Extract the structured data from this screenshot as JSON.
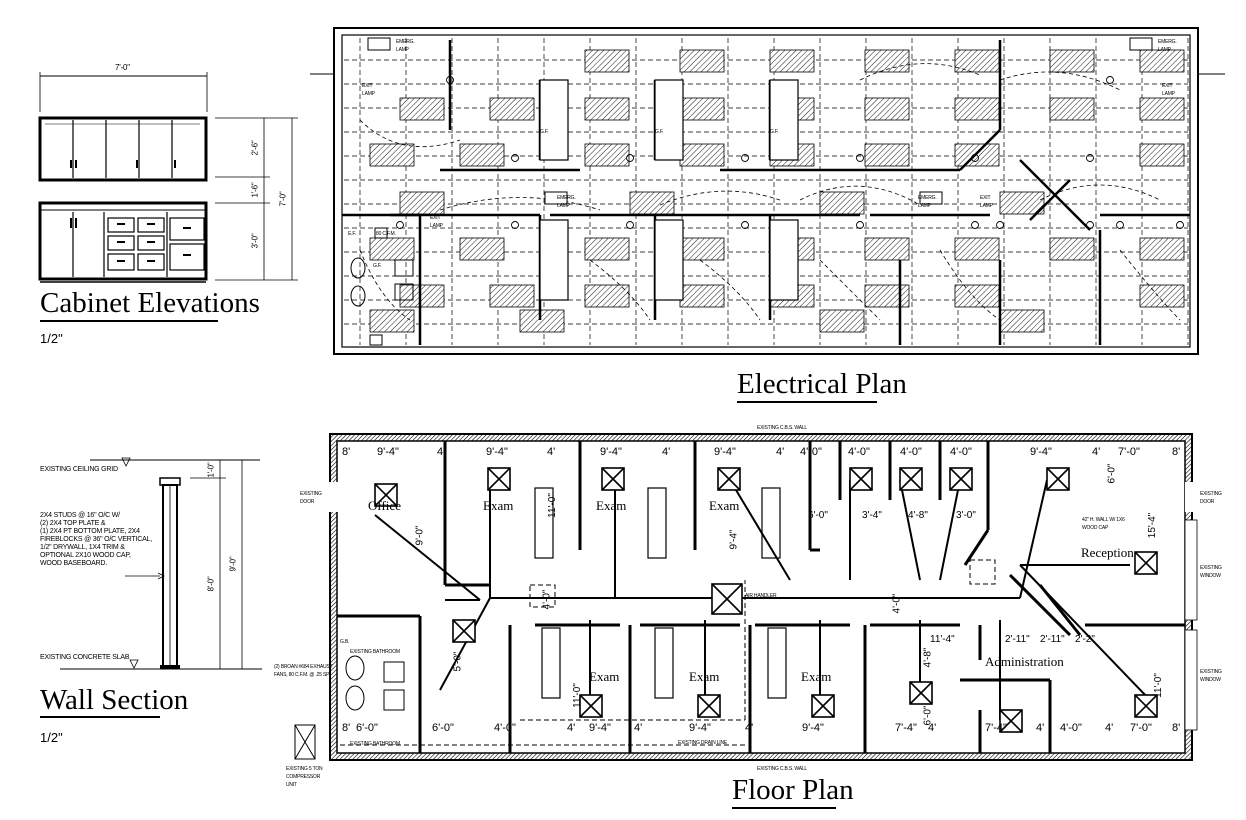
{
  "titles": {
    "cabinet": "Cabinet Elevations",
    "cabinet_scale": "1/2\"",
    "electrical": "Electrical Plan",
    "wall": "Wall Section",
    "wall_scale": "1/2\"",
    "floor": "Floor Plan"
  },
  "cabinet": {
    "width_dim": "7'-0\"",
    "dims_right": [
      "2'-6\"",
      "1'-6\"",
      "3'-0\""
    ],
    "total_dim": "7'-0\""
  },
  "wall_section": {
    "ceiling": "EXISTING CEILING GRID",
    "notes": [
      "2X4 STUDS @ 16\" O/C W/",
      "(2) 2X4 TOP PLATE &",
      "(1) 2X4 PT BOTTOM PLATE, 2X4",
      "FIREBLOCKS @ 36\" O/C VERTICAL,",
      "1/2\" DRYWALL, 1X4 TRIM &",
      "OPTIONAL 2X10 WOOD CAP,",
      "WOOD BASEBOARD."
    ],
    "slab": "EXISTING CONCRETE SLAB",
    "dim_top": "1'-0\"",
    "dim_mid": "8'-0\"",
    "dim_total": "9'-0\""
  },
  "electrical": {
    "labels": [
      "EMERG. LAMP",
      "EMERG. LAMP",
      "EXIT LAMP",
      "EXIT LAMP",
      "EMERG. LAMP",
      "EMERG. LAMP",
      "EXIT LAMP",
      "EXIT LAMP",
      "G.F.",
      "G.F.",
      "G.F.",
      "G.F.",
      "E.F.",
      "80 C.F.M."
    ]
  },
  "floor": {
    "top_wall": "EXISTING C.B.S. WALL",
    "bottom_wall": "EXISTING C.B.S. WALL",
    "rooms": [
      "Office",
      "Exam",
      "Exam",
      "Exam",
      "Exam",
      "Exam",
      "Exam",
      "Reception",
      "Administration"
    ],
    "top_dims": [
      "8'",
      "9'-4\"",
      "4'",
      "9'-4\"",
      "4'",
      "9'-4\"",
      "4'",
      "9'-4\"",
      "4'",
      "4'-0\"",
      "4'-0\"",
      "4'-0\"",
      "4'-0\"",
      "9'-4\"",
      "4'",
      "7'-0\"",
      "8'"
    ],
    "bottom_dims": [
      "8'",
      "6'-0\"",
      "6'-0\"",
      "4'-0\"",
      "4'",
      "9'-4\"",
      "4'",
      "9'-4\"",
      "4'",
      "9'-4\"",
      "7'-4\"",
      "4'",
      "7'-4\"",
      "4'",
      "4'-0\"",
      "4'",
      "7'-0\"",
      "8'"
    ],
    "interior_dims": [
      "6'-0\"",
      "3'-4\"",
      "4'-8\"",
      "3'-0\"",
      "11'-0\"",
      "11'-0\"",
      "15'-4\"",
      "6'-0\"",
      "11'-4\"",
      "2'-11\"",
      "2'-11\"",
      "2'-2\"",
      "9'-4\"",
      "4'-0\"",
      "4'-0\"",
      "4'-8\"",
      "6'-0\"",
      "11'-0\"",
      "5'-0\"",
      "9'-0\""
    ],
    "existing_door_left": "EXISTING DOOR",
    "existing_door_right": "EXISTING DOOR",
    "existing_window_1": "EXISTING WINDOW",
    "existing_window_2": "EXISTING WINDOW",
    "existing_bathroom_1": "EXISTING BATHROOM",
    "existing_bathroom_2": "EXISTING BATHROOM",
    "drain": "EXISTING DRAIN LINE",
    "ahu": "AIR HANDLER",
    "exhaust_note": "(2) BROAN #684 EXHAUST FANS, 80 C.F.M. @ .25 SP.",
    "compressor": "EXISTING 5 TON COMPRESSOR UNIT",
    "half_wall": "42\" H. WALL W/ 1X6 WOOD CAP",
    "gb": "G.B."
  }
}
